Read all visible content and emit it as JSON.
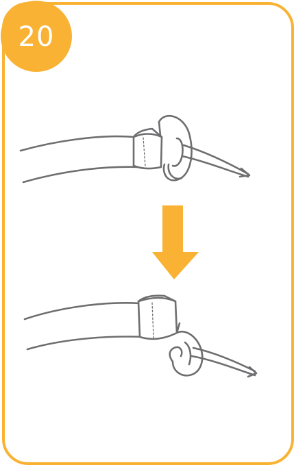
{
  "step": {
    "number": "20"
  },
  "colors": {
    "accent": "#F9B233",
    "line": "#6E6E70",
    "background": "#ffffff"
  },
  "icons": {
    "arrow": "down-arrow-icon",
    "before": "strap-and-clip-before-illustration",
    "after": "strap-and-clip-after-illustration"
  }
}
